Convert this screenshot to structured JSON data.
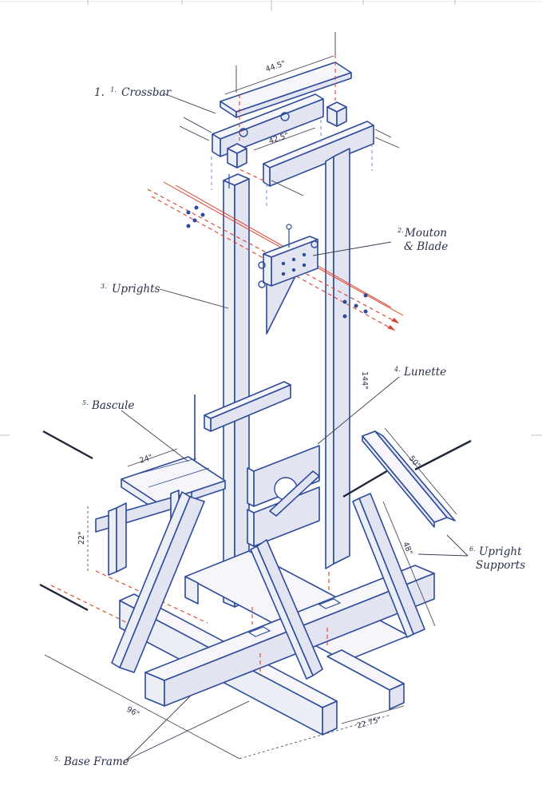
{
  "labels": {
    "crossbar_num": "1.",
    "crossbar_sup": "1.",
    "crossbar": "Crossbar",
    "mouton_sup": "2.",
    "mouton_line1": "Mouton",
    "mouton_line2": "& Blade",
    "uprights_sup": "3.",
    "uprights": "Uprights",
    "lunette_sup": "4.",
    "lunette": "Lunette",
    "bascule_sup": "5.",
    "bascule": "Bascule",
    "supports_sup": "6.",
    "supports_line1": "Upright",
    "supports_line2": "Supports",
    "base_sup": "5.",
    "base": "Base Frame"
  },
  "dimensions": {
    "crossbar_top": "44.5\"",
    "crossbar_under": "42.5\"",
    "upright_height": "144\"",
    "bascule_width": "24\"",
    "bascule_height": "22\"",
    "support_top": "50\"",
    "support_side": "48\"",
    "base_length": "96\"",
    "base_width": "22.75\""
  },
  "colors": {
    "outline": "#2d4a9c",
    "assembly_line": "#d9412b",
    "drop_line": "#6a9ad6"
  }
}
